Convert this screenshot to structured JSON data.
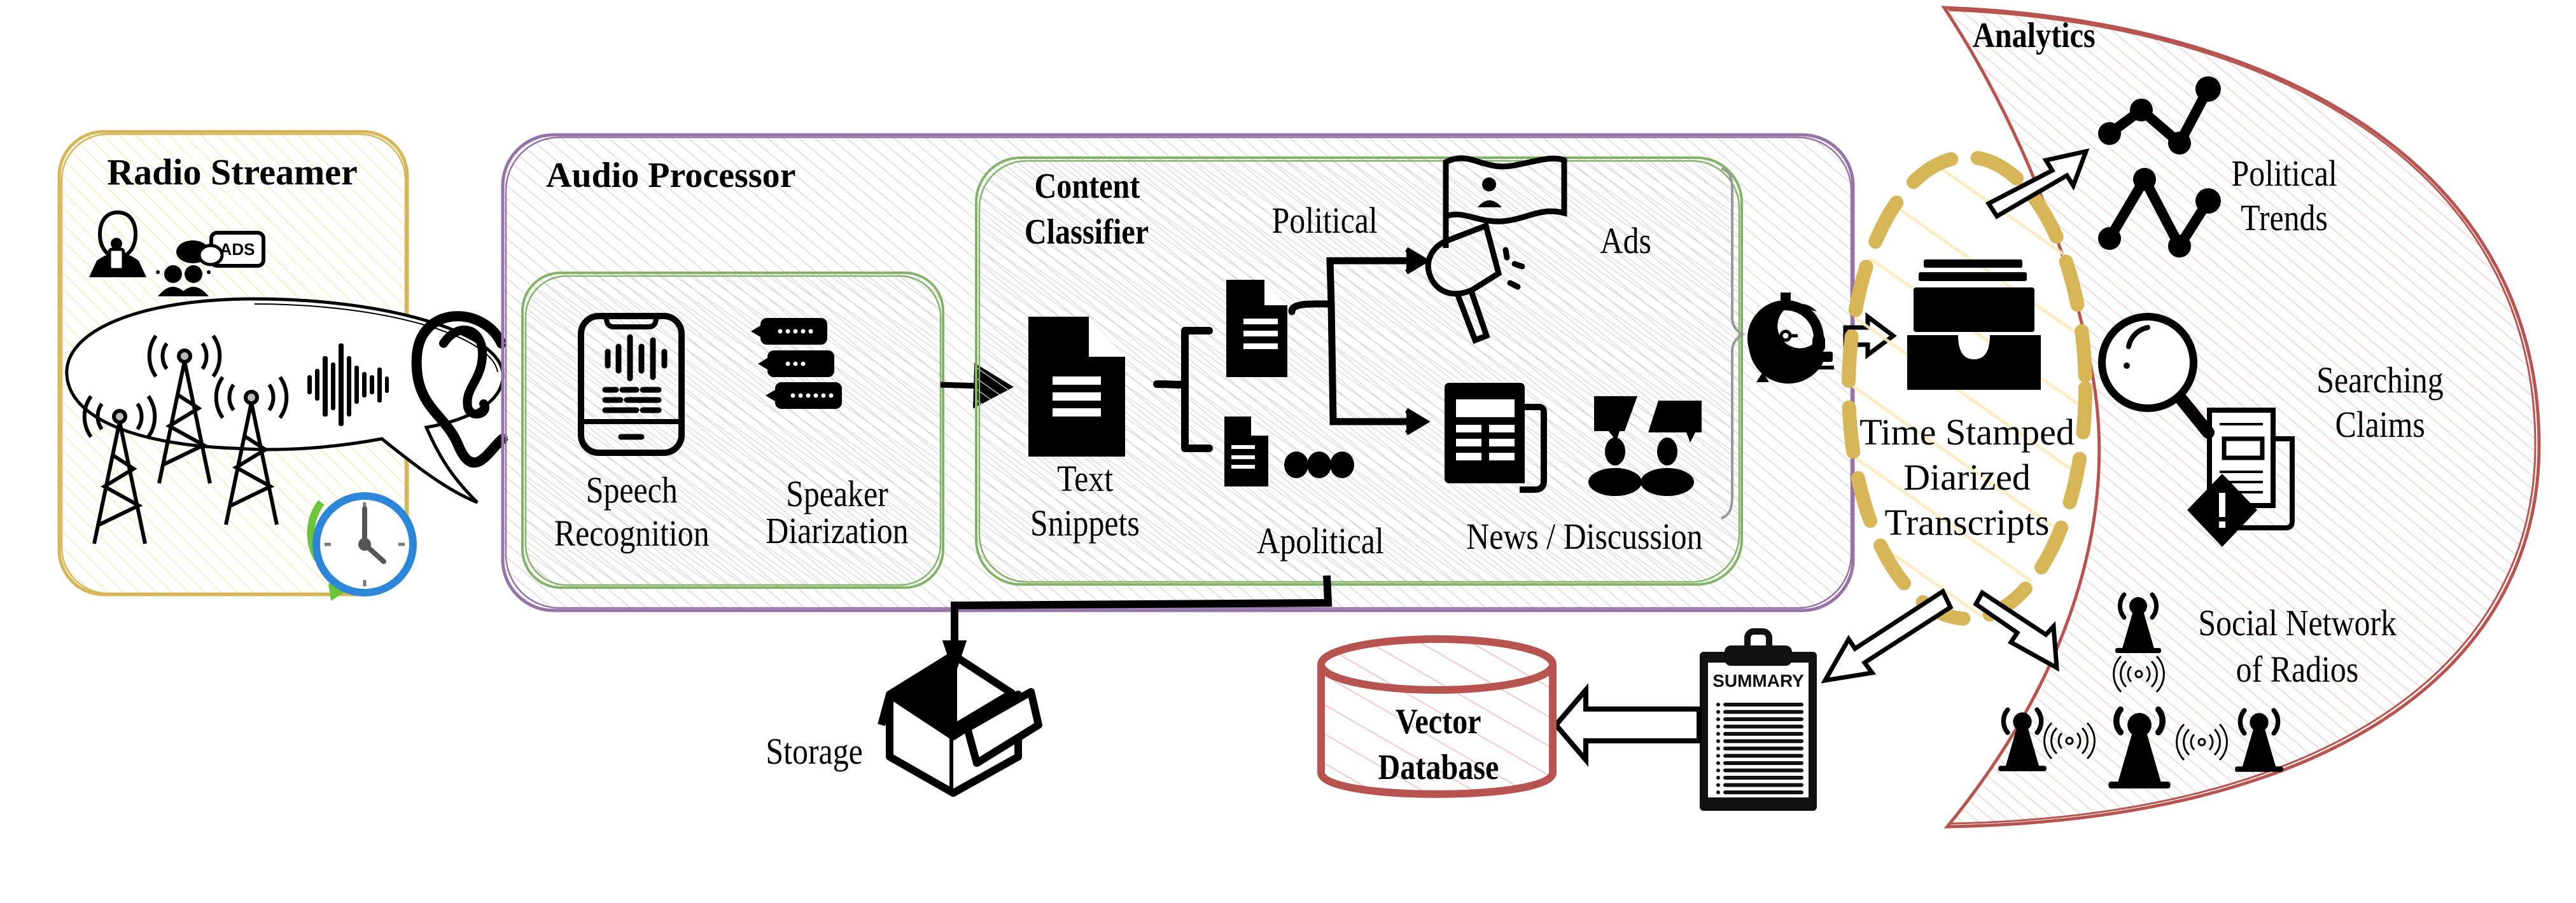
{
  "colors": {
    "radio_streamer": "#d6b656",
    "audio_processor": "#9673a6",
    "inner_groups": "#82b366",
    "analytics": "#b85450",
    "transcripts": "#d6b656",
    "vector_db": "#b85450",
    "clock_blue": "#2c87d8",
    "clock_green": "#6cc43b"
  },
  "radio_streamer": {
    "title": "Radio Streamer",
    "speech_bubble_icons": [
      "presenter-icon",
      "discussion-icon",
      "ads-icon"
    ],
    "ads_badge": "ADS"
  },
  "audio_processor": {
    "title": "Audio Processor",
    "speech_recognition": {
      "line1": "Speech",
      "line2": "Recognition"
    },
    "speaker_diarization": {
      "line1": "Speaker",
      "line2": "Diarization"
    }
  },
  "content_classifier": {
    "title_line1": "Content",
    "title_line2": "Classifier",
    "text_snippets": {
      "line1": "Text",
      "line2": "Snippets"
    },
    "political": "Political",
    "apolitical": "Apolitical",
    "ads": "Ads",
    "news_discussion": "News / Discussion"
  },
  "transcripts": {
    "line1": "Time Stamped",
    "line2": "Diarized",
    "line3": "Transcripts"
  },
  "storage": {
    "label": "Storage"
  },
  "vector_db": {
    "line1": "Vector",
    "line2": "Database"
  },
  "summary": {
    "label": "SUMMARY"
  },
  "analytics": {
    "title": "Analytics",
    "political_trends": {
      "line1": "Political",
      "line2": "Trends"
    },
    "searching_claims": {
      "line1": "Searching",
      "line2": "Claims"
    },
    "social_network": {
      "line1": "Social Network",
      "line2": "of Radios"
    }
  }
}
